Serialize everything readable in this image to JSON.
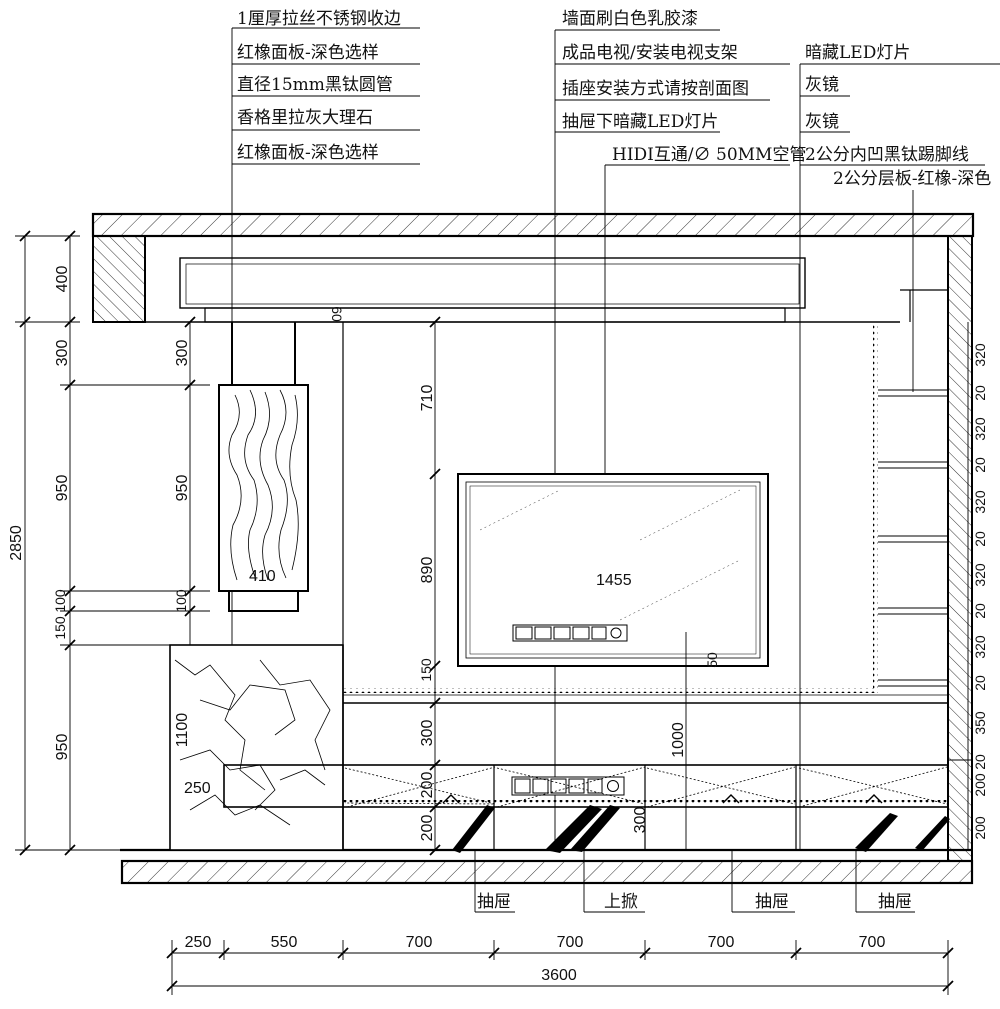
{
  "annotations": {
    "left": [
      "1厘厚拉丝不锈钢收边",
      "红橡面板-深色选样",
      "直径15mm黑钛圆管",
      "香格里拉灰大理石",
      "红橡面板-深色选样"
    ],
    "center": [
      "墙面刷白色乳胶漆",
      "成品电视/安装电视支架",
      "插座安装方式请按剖面图",
      "抽屉下暗藏LED灯片"
    ],
    "center_pipe": "HIDI互通/∅ 50MM空管",
    "right": [
      "暗藏LED灯片",
      "灰镜",
      "灰镜",
      "2公分内凹黑钛踢脚线",
      "2公分层板-红橡-深色"
    ]
  },
  "dims": {
    "left_outer": [
      "400",
      "300",
      "950",
      "100",
      "150",
      "950"
    ],
    "left_total": "2850",
    "left_inner": [
      "300",
      "950",
      "100",
      "1100",
      "250"
    ],
    "pendant_width": "410",
    "tv_col": [
      "60",
      "710",
      "890",
      "150",
      "300",
      "200",
      "200"
    ],
    "tv_width": "1455",
    "tv_small": "50",
    "cabinet_height": "1000",
    "cabinet_inner": "300",
    "right_shelves": [
      "320",
      "20",
      "320",
      "20",
      "320",
      "20",
      "320",
      "20",
      "320",
      "20",
      "350",
      "20",
      "200",
      "200"
    ],
    "bottom": [
      "250",
      "550",
      "700",
      "700",
      "700",
      "700"
    ],
    "bottom_total": "3600"
  },
  "drawer_labels": [
    "抽屉",
    "上掀",
    "抽屉",
    "抽屉"
  ]
}
